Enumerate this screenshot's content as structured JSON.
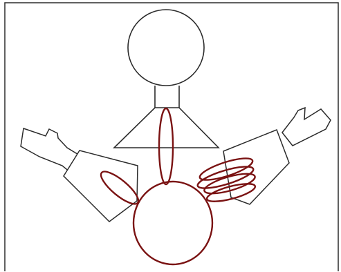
{
  "diagram": {
    "outline_color": "#2b2b2b",
    "accent_color": "#7a1212",
    "background_color": "#ffffff",
    "parts": [
      "frame",
      "head",
      "neck",
      "shoulder-trapezoid",
      "spine-ellipse",
      "base-circle",
      "left-arm",
      "left-hand",
      "left-arm-ellipse",
      "right-arm",
      "right-hand",
      "right-arm-ellipses"
    ]
  }
}
